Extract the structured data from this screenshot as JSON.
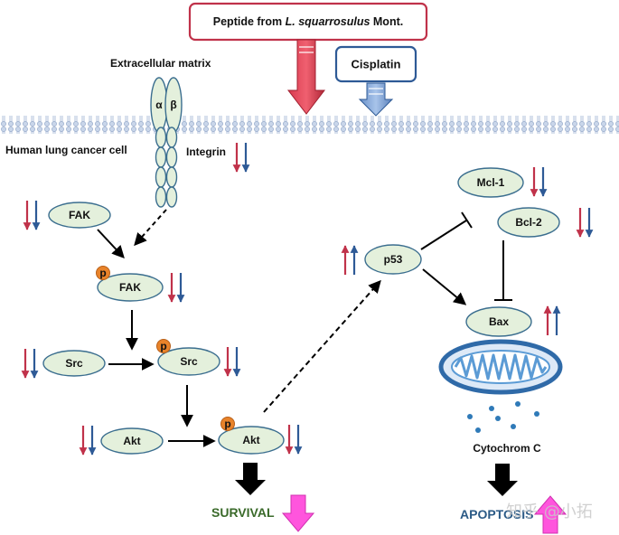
{
  "peptide": {
    "prefix": "Peptide from ",
    "species": "L. squarrosulus",
    "suffix": " Mont."
  },
  "cisplatin": "Cisplatin",
  "extracellular_matrix": "Extracellular matrix",
  "cell_label": "Human lung cancer cell",
  "integrin": {
    "label": "Integrin",
    "alpha": "α",
    "beta": "β"
  },
  "nodes": {
    "fak": "FAK",
    "p_fak": "FAK",
    "src": "Src",
    "p_src": "Src",
    "akt": "Akt",
    "p_akt": "Akt",
    "p53": "p53",
    "mcl1": "Mcl-1",
    "bcl2": "Bcl-2",
    "bax": "Bax",
    "phospho": "p"
  },
  "cytochrome": "Cytochrom C",
  "survival": "SURVIVAL",
  "apoptosis": "APOPTOSIS",
  "watermark": "知乎 @小拓",
  "colors": {
    "peptide": "#c0324a",
    "cisplatin": "#2e5a96",
    "survival_text": "#3a6a2a",
    "apoptosis_text": "#2b5a86",
    "pink": "#ff55dd",
    "node_fill": "#e4f0dc",
    "phospho": "#e8832a",
    "mito": "#5b9bd5"
  }
}
